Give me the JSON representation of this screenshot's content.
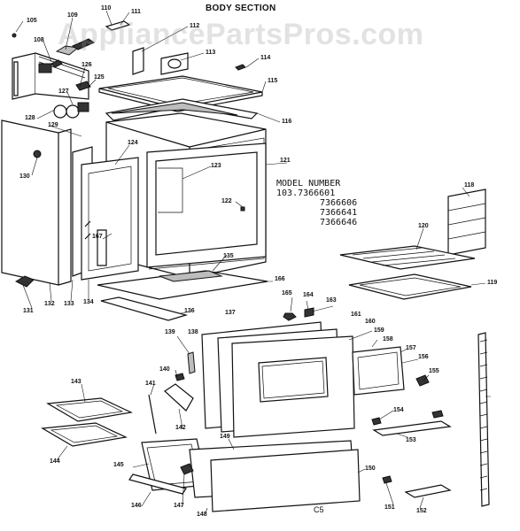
{
  "diagram": {
    "title": "BODY SECTION",
    "watermark": "AppliancePartsPros.com",
    "model_block": {
      "heading": "MODEL NUMBER",
      "numbers": [
        "103.7366601",
        "7366606",
        "7366641",
        "7366646"
      ]
    },
    "footer_code": "C5"
  },
  "part_callouts": [
    {
      "id": "c105",
      "text": "105"
    },
    {
      "id": "c108",
      "text": "108"
    },
    {
      "id": "c109",
      "text": "109"
    },
    {
      "id": "c110",
      "text": "110"
    },
    {
      "id": "c111",
      "text": "111"
    },
    {
      "id": "c112",
      "text": "112"
    },
    {
      "id": "c113",
      "text": "113"
    },
    {
      "id": "c114",
      "text": "114"
    },
    {
      "id": "c115",
      "text": "115"
    },
    {
      "id": "c116",
      "text": "116"
    },
    {
      "id": "c118",
      "text": "118"
    },
    {
      "id": "c119",
      "text": "119"
    },
    {
      "id": "c120",
      "text": "120"
    },
    {
      "id": "c121",
      "text": "121"
    },
    {
      "id": "c122",
      "text": "122"
    },
    {
      "id": "c123",
      "text": "123"
    },
    {
      "id": "c124",
      "text": "124"
    },
    {
      "id": "c125",
      "text": "125"
    },
    {
      "id": "c126",
      "text": "126"
    },
    {
      "id": "c127",
      "text": "127"
    },
    {
      "id": "c128",
      "text": "128"
    },
    {
      "id": "c129",
      "text": "129"
    },
    {
      "id": "c130",
      "text": "130"
    },
    {
      "id": "c131",
      "text": "131"
    },
    {
      "id": "c132",
      "text": "132"
    },
    {
      "id": "c133",
      "text": "133"
    },
    {
      "id": "c134",
      "text": "134"
    },
    {
      "id": "c135",
      "text": "135"
    },
    {
      "id": "c136",
      "text": "136"
    },
    {
      "id": "c137",
      "text": "137"
    },
    {
      "id": "c138",
      "text": "138"
    },
    {
      "id": "c139",
      "text": "139"
    },
    {
      "id": "c140",
      "text": "140"
    },
    {
      "id": "c141",
      "text": "141"
    },
    {
      "id": "c142",
      "text": "142"
    },
    {
      "id": "c143",
      "text": "143"
    },
    {
      "id": "c144",
      "text": "144"
    },
    {
      "id": "c145",
      "text": "145"
    },
    {
      "id": "c146",
      "text": "146"
    },
    {
      "id": "c147",
      "text": "147"
    },
    {
      "id": "c148",
      "text": "148"
    },
    {
      "id": "c149",
      "text": "149"
    },
    {
      "id": "c150",
      "text": "150"
    },
    {
      "id": "c151",
      "text": "151"
    },
    {
      "id": "c152",
      "text": "152"
    },
    {
      "id": "c153",
      "text": "153"
    },
    {
      "id": "c154",
      "text": "154"
    },
    {
      "id": "c155",
      "text": "155"
    },
    {
      "id": "c156",
      "text": "156"
    },
    {
      "id": "c157",
      "text": "157"
    },
    {
      "id": "c158",
      "text": "158"
    },
    {
      "id": "c159",
      "text": "159"
    },
    {
      "id": "c160",
      "text": "160"
    },
    {
      "id": "c161",
      "text": "161"
    },
    {
      "id": "c163",
      "text": "163"
    },
    {
      "id": "c164",
      "text": "164"
    },
    {
      "id": "c165",
      "text": "165"
    },
    {
      "id": "c166",
      "text": "166"
    },
    {
      "id": "c167",
      "text": "167"
    }
  ]
}
